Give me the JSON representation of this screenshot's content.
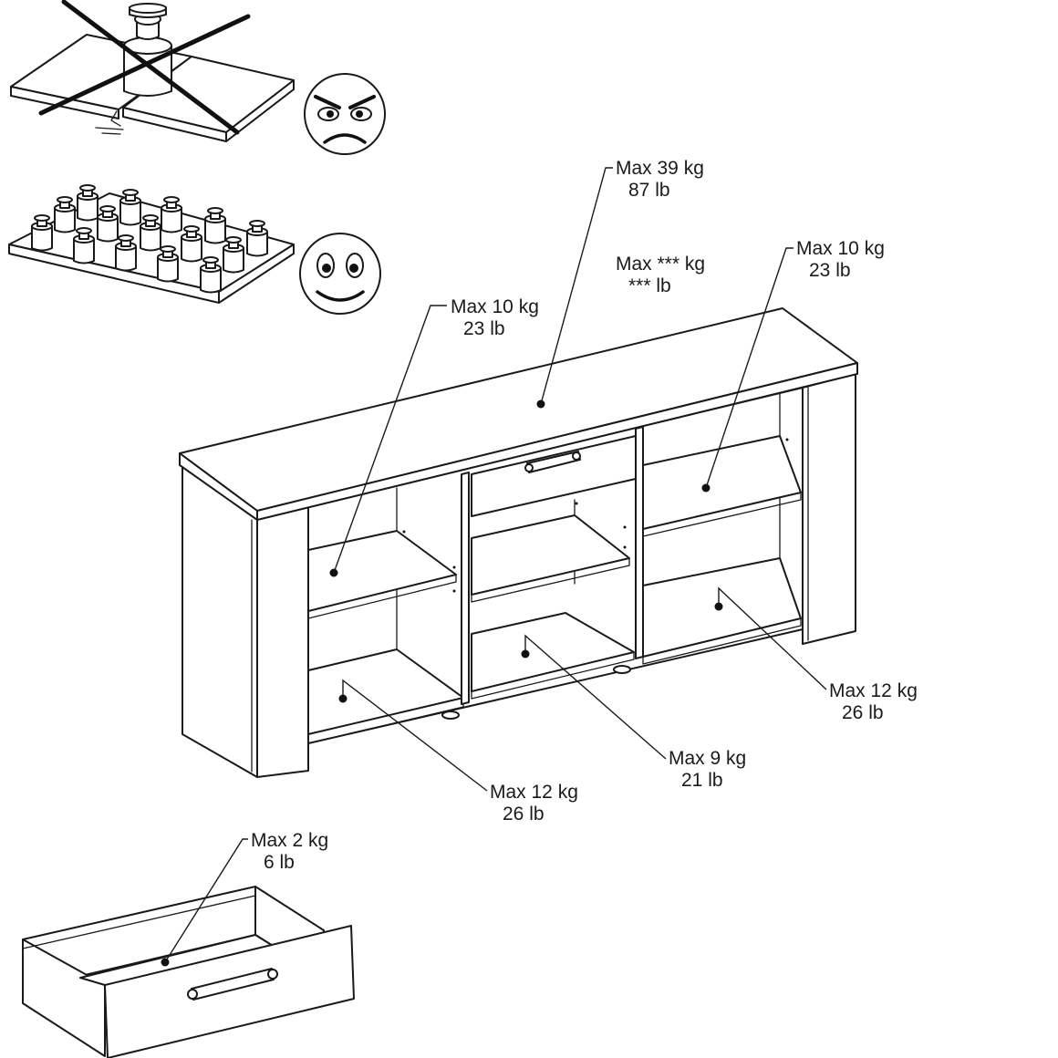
{
  "labels": {
    "top": {
      "line1": "Max 39 kg",
      "line2": "87 lb"
    },
    "tv": {
      "line1": "Max *** kg",
      "line2": "*** lb"
    },
    "left_shelf": {
      "line1": "Max 10 kg",
      "line2": "23 lb"
    },
    "right_shelf": {
      "line1": "Max 10 kg",
      "line2": "23 lb"
    },
    "right_bottom": {
      "line1": "Max 12 kg",
      "line2": "26 lb"
    },
    "center_bottom": {
      "line1": "Max 9 kg",
      "line2": "21 lb"
    },
    "left_bottom": {
      "line1": "Max 12 kg",
      "line2": "26 lb"
    },
    "drawer": {
      "line1": "Max 2 kg",
      "line2": "6 lb"
    }
  },
  "icons": {
    "bad_load": "concentrated-weight-crossed-icon",
    "bad_face": "angry-face-icon",
    "good_load": "distributed-weights-icon",
    "good_face": "smiling-face-icon"
  },
  "colors": {
    "ink": "#1a1a1a",
    "paper": "#ffffff"
  }
}
